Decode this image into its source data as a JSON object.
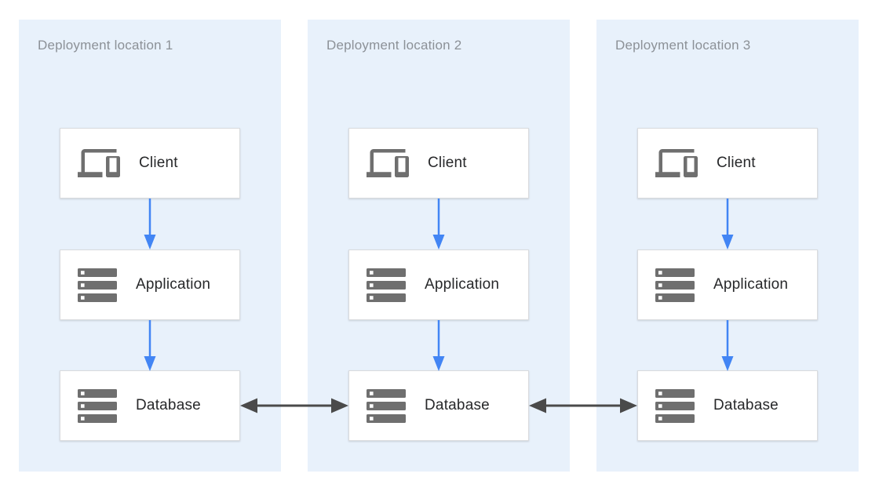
{
  "panels": [
    {
      "title": "Deployment location 1",
      "nodes": [
        {
          "label": "Client",
          "icon": "devices-icon"
        },
        {
          "label": "Application",
          "icon": "server-stack-icon"
        },
        {
          "label": "Database",
          "icon": "server-stack-icon"
        }
      ]
    },
    {
      "title": "Deployment location 2",
      "nodes": [
        {
          "label": "Client",
          "icon": "devices-icon"
        },
        {
          "label": "Application",
          "icon": "server-stack-icon"
        },
        {
          "label": "Database",
          "icon": "server-stack-icon"
        }
      ]
    },
    {
      "title": "Deployment location 3",
      "nodes": [
        {
          "label": "Client",
          "icon": "devices-icon"
        },
        {
          "label": "Application",
          "icon": "server-stack-icon"
        },
        {
          "label": "Database",
          "icon": "server-stack-icon"
        }
      ]
    }
  ],
  "connections": {
    "vertical_flow": "client-to-application-to-database",
    "horizontal_replication": "database-to-database-bidirectional"
  },
  "colors": {
    "panel_background": "#e8f1fb",
    "node_background": "#ffffff",
    "node_border": "#d9dbde",
    "panel_title_text": "#8c9197",
    "node_label_text": "#27282a",
    "icon_gray": "#6f6f6f",
    "flow_arrow_blue": "#4285f4",
    "replication_arrow_dark": "#4a4a4a"
  }
}
